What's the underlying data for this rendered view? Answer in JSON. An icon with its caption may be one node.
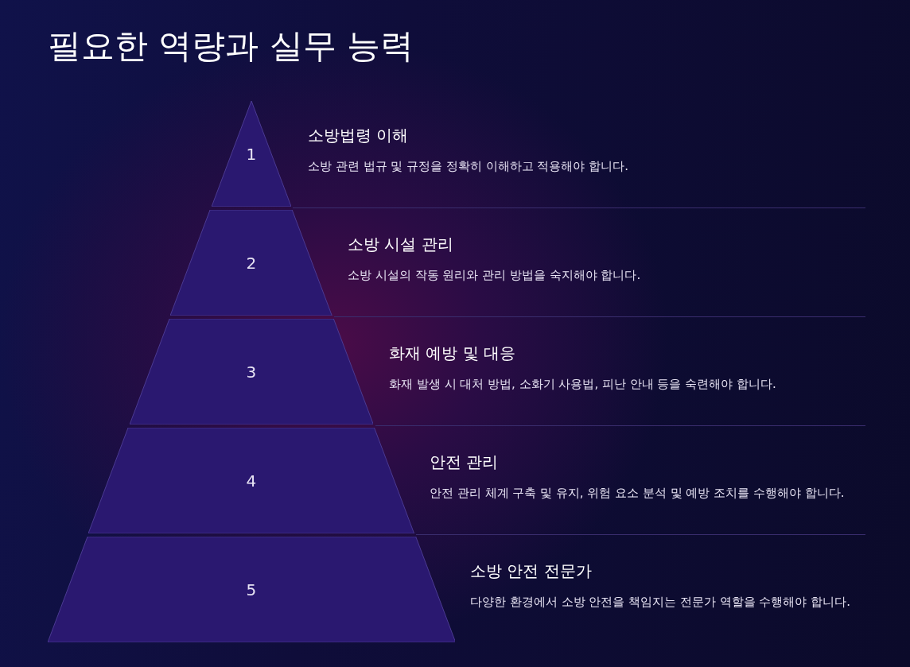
{
  "diagram": {
    "title": "필요한 역량과 실무 능력",
    "nodes": [
      {
        "text": [
          "1"
        ],
        "beside": [
          "소방법령 이해",
          "소방 관련 법규 및 규정을 정확히 이해하고 적용해야 합니다."
        ]
      },
      {
        "text": [
          "2"
        ],
        "beside": [
          "소방 시설 관리",
          "소방 시설의 작동 원리와 관리 방법을 숙지해야 합니다."
        ]
      },
      {
        "text": [
          "3"
        ],
        "beside": [
          "화재 예방 및 대응",
          "화재 발생 시 대처 방법, 소화기 사용법, 피난 안내 등을 숙련해야 합니다."
        ]
      },
      {
        "text": [
          "4"
        ],
        "beside": [
          "안전 관리",
          "안전 관리 체계 구축 및 유지, 위험 요소 분석 및 예방 조치를 수행해야 합니다."
        ]
      },
      {
        "text": [
          "5"
        ],
        "beside": [
          "소방 안전 전문가",
          "다양한 환경에서 소방 안전을 책임지는 전문가 역할을 수행해야 합니다."
        ]
      }
    ]
  }
}
